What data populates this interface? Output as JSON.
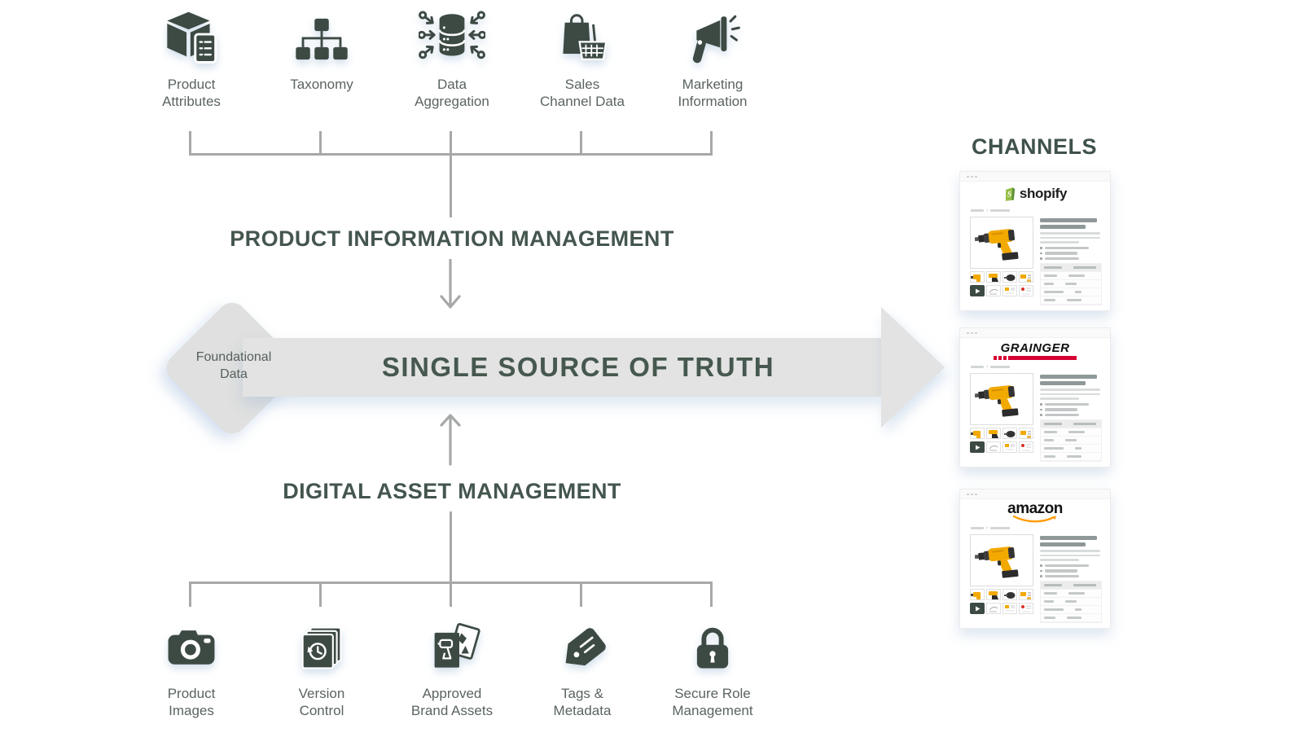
{
  "colors": {
    "icon": "#3D4A44",
    "heading": "#44564E",
    "line": "#A7A9A8",
    "arrow_fill": "#E2E3E2",
    "shopify_green": "#95BF47",
    "grainger_red": "#D50032",
    "amazon_orange": "#FF9900",
    "drill_yellow": "#F2A900"
  },
  "pim": {
    "heading": "PRODUCT INFORMATION MANAGEMENT",
    "sources": [
      {
        "label": "Product\nAttributes",
        "icon": "package-list-icon"
      },
      {
        "label": "Taxonomy",
        "icon": "hierarchy-icon"
      },
      {
        "label": "Data\nAggregation",
        "icon": "database-sync-icon"
      },
      {
        "label": "Sales\nChannel Data",
        "icon": "shopping-bag-basket-icon"
      },
      {
        "label": "Marketing\nInformation",
        "icon": "megaphone-icon"
      }
    ]
  },
  "dam": {
    "heading": "DIGITAL ASSET MANAGEMENT",
    "assets": [
      {
        "label": "Product\nImages",
        "icon": "camera-icon"
      },
      {
        "label": "Version\nControl",
        "icon": "version-stack-icon"
      },
      {
        "label": "Approved\nBrand Assets",
        "icon": "brand-assets-icon"
      },
      {
        "label": "Tags &\nMetadata",
        "icon": "tag-icon"
      },
      {
        "label": "Secure Role\nManagement",
        "icon": "padlock-icon"
      }
    ]
  },
  "ssot": {
    "label": "SINGLE SOURCE OF TRUTH",
    "foundational": "Foundational\nData"
  },
  "channels": {
    "heading": "CHANNELS",
    "crumb_sep": "›",
    "items": [
      {
        "name": "shopify",
        "logo_icon": "shopify-bag-icon",
        "bag_letter": "S"
      },
      {
        "name": "GRAINGER",
        "logo_icon": "grainger-red-underline"
      },
      {
        "name": "amazon",
        "logo_icon": "amazon-smile-icon"
      }
    ]
  }
}
